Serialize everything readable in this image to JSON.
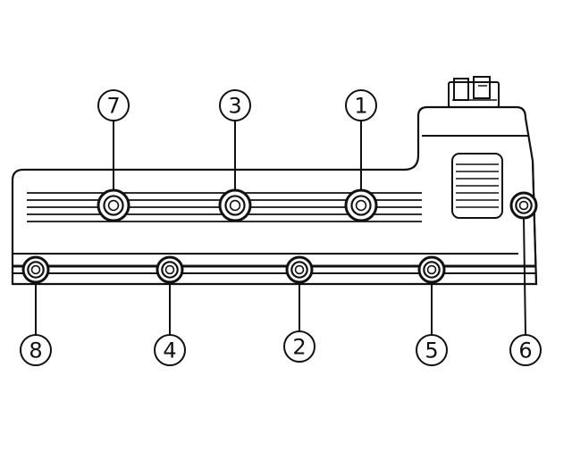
{
  "diagram": {
    "line_color": "#111111",
    "background": "#ffffff",
    "bolts": [
      {
        "label": "7"
      },
      {
        "label": "3"
      },
      {
        "label": "1"
      },
      {
        "label": "8"
      },
      {
        "label": "4"
      },
      {
        "label": "2"
      },
      {
        "label": "5"
      },
      {
        "label": "6"
      }
    ]
  }
}
